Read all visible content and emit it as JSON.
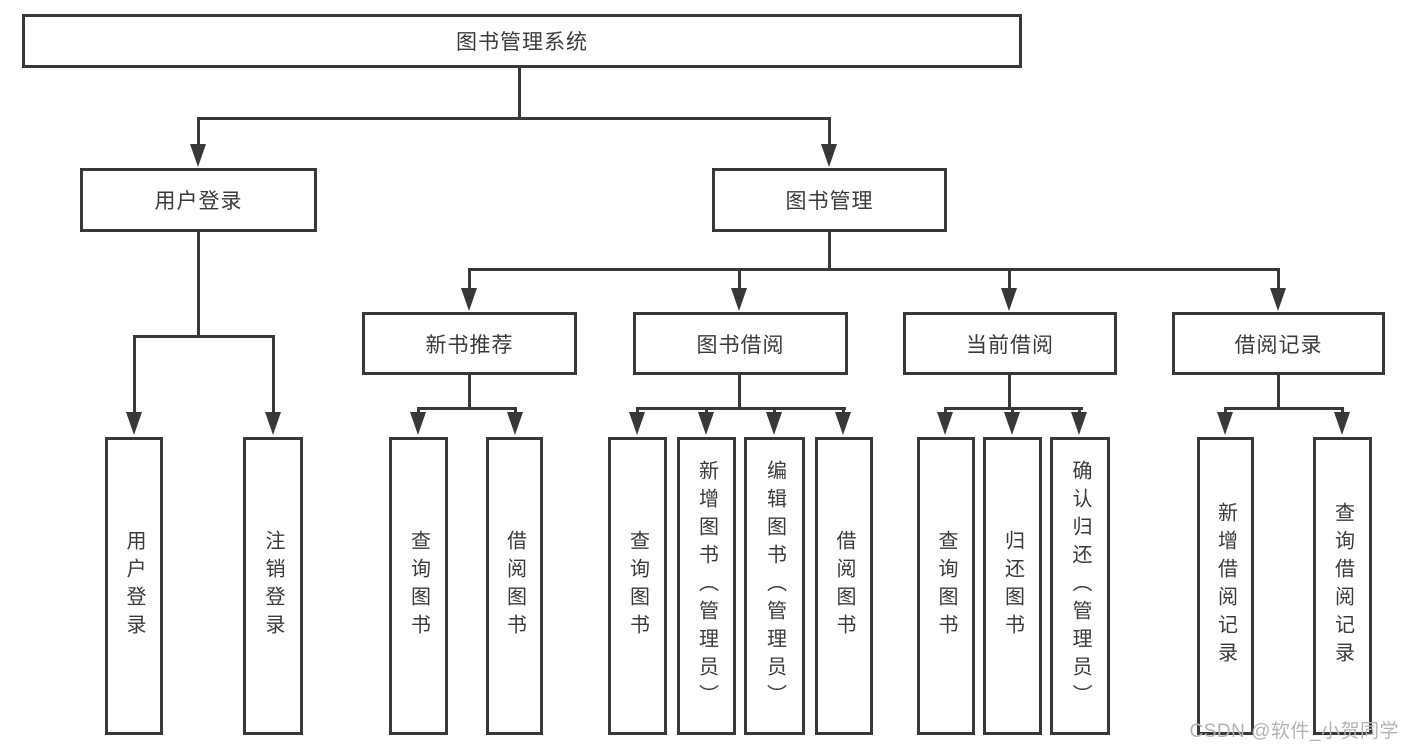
{
  "colors": {
    "line": "#383838",
    "text": "#3a3a3a",
    "watermark": "#b3b3b3",
    "background": "#ffffff"
  },
  "watermark": "CSDN @软件_小贺同学",
  "tree": {
    "root": {
      "label": "图书管理系统"
    },
    "children": [
      {
        "label": "用户登录",
        "children": [
          {
            "label": "用户登录"
          },
          {
            "label": "注销登录"
          }
        ]
      },
      {
        "label": "图书管理",
        "children": [
          {
            "label": "新书推荐",
            "children": [
              {
                "label": "查询图书"
              },
              {
                "label": "借阅图书"
              }
            ]
          },
          {
            "label": "图书借阅",
            "children": [
              {
                "label": "查询图书"
              },
              {
                "label": "新增图书（管理员）"
              },
              {
                "label": "编辑图书（管理员）"
              },
              {
                "label": "借阅图书"
              }
            ]
          },
          {
            "label": "当前借阅",
            "children": [
              {
                "label": "查询图书"
              },
              {
                "label": "归还图书"
              },
              {
                "label": "确认归还（管理员）"
              }
            ]
          },
          {
            "label": "借阅记录",
            "children": [
              {
                "label": "新增借阅记录"
              },
              {
                "label": "查询借阅记录"
              }
            ]
          }
        ]
      }
    ]
  }
}
